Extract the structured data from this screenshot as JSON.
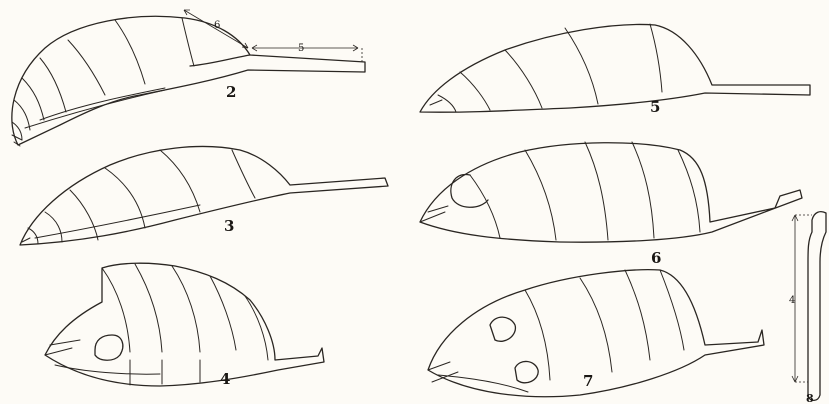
{
  "figures": [
    {
      "id": "2",
      "label": "2"
    },
    {
      "id": "3",
      "label": "3"
    },
    {
      "id": "4",
      "label": "4"
    },
    {
      "id": "5",
      "label": "5"
    },
    {
      "id": "6",
      "label": "6"
    },
    {
      "id": "7",
      "label": "7"
    },
    {
      "id": "8",
      "label": "8"
    }
  ],
  "dimensions": {
    "fig2_segment": "6",
    "fig2_shaft": "5",
    "fig8_length": "4"
  },
  "colors": {
    "ink": "#2a2622",
    "paper": "#fdfbf6"
  }
}
